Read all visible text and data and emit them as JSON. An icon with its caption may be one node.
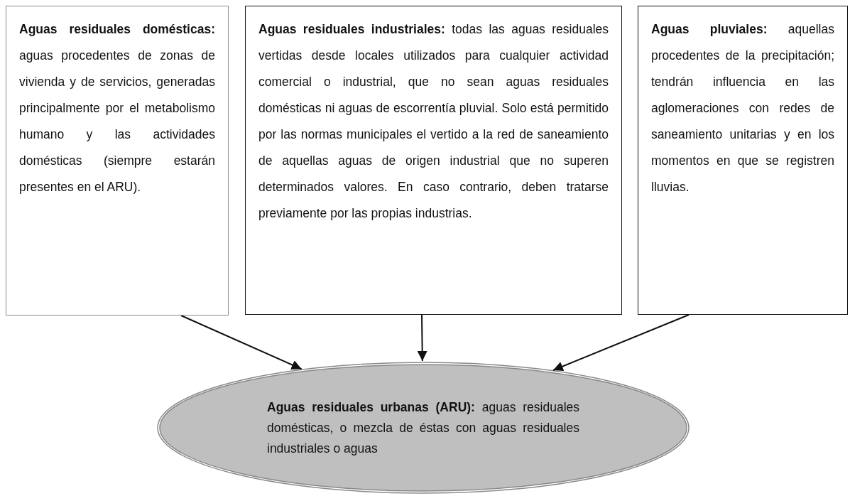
{
  "diagram": {
    "nodes": [
      {
        "text": [
          "**Aguas residuales domésticas:** aguas procedentes de zonas de vivienda y de servicios, generadas principalmente por el metabolismo humano y las actividades domésticas (siempre estarán presentes en el ARU)."
        ]
      },
      {
        "text": [
          "**Aguas residuales industriales:** todas las aguas residuales vertidas desde locales utilizados para cualquier actividad comercial o industrial, que no sean aguas residuales domésticas ni aguas de escorrentía pluvial. Solo está permitido por las normas municipales el vertido a la red de saneamiento de aquellas aguas de origen industrial que no superen determinados valores. En caso contrario, deben tratarse previamente por las propias industrias."
        ]
      },
      {
        "text": [
          "**Aguas pluviales:** aquellas procedentes de la precipitación; tendrán influencia en las aglomeraciones con redes de saneamiento unitarias y en los momentos en que se registren lluvias."
        ]
      },
      {
        "text": [
          "**Aguas residuales urbanas (ARU):** aguas residuales domésticas, o mezcla de éstas con aguas residuales industriales o aguas"
        ]
      }
    ],
    "edges": [
      {
        "from": 0,
        "to": 3,
        "arrow": "to"
      },
      {
        "from": 1,
        "to": 3,
        "arrow": "to"
      },
      {
        "from": 2,
        "to": 3,
        "arrow": "to"
      }
    ]
  }
}
